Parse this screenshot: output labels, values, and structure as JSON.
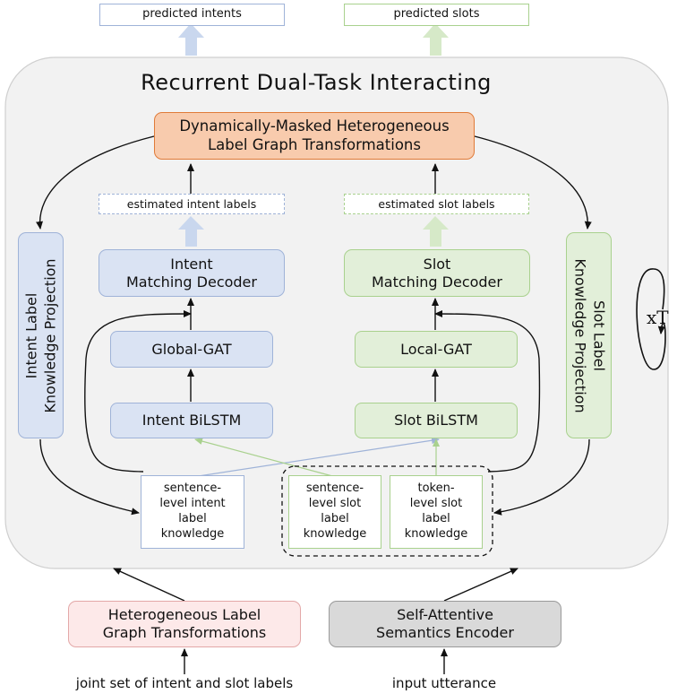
{
  "title": "Recurrent Dual-Task Interacting",
  "outputs": {
    "intents": "predicted intents",
    "slots": "predicted slots"
  },
  "transform": {
    "line1": "Dynamically-Masked Heterogeneous",
    "line2": "Label Graph Transformations"
  },
  "estimated": {
    "intent": "estimated intent labels",
    "slot": "estimated slot labels"
  },
  "decoders": {
    "intent": "Intent\nMatching Decoder",
    "slot": "Slot\nMatching Decoder"
  },
  "gat": {
    "global": "Global-GAT",
    "local": "Local-GAT"
  },
  "bilstm": {
    "intent": "Intent BiLSTM",
    "slot": "Slot BiLSTM"
  },
  "projection": {
    "intent": "Intent Label\nKnowledge Projection",
    "slot": "Slot Label\nKnowledge Projection"
  },
  "knowledge": {
    "sentence_intent": "sentence-\nlevel intent\nlabel\nknowledge",
    "sentence_slot": "sentence-\nlevel slot\nlabel\nknowledge",
    "token_slot": "token-\nlevel slot\nlabel\nknowledge"
  },
  "bottom": {
    "hgt": "Heterogeneous Label\nGraph Transformations",
    "encoder": "Self-Attentive\nSemantics Encoder",
    "labels_input": "joint set of intent and slot labels",
    "utterance_input": "input utterance"
  },
  "repeat_marker": "xT",
  "colors": {
    "intent_fill": "#dae3f3",
    "intent_border": "#9fb3d8",
    "slot_fill": "#e2efd9",
    "slot_border": "#a9d18e",
    "orange_fill": "#f8cbad",
    "orange_border": "#e07b39",
    "pink_fill": "#fde9e9",
    "pink_border": "#e3a8a8",
    "gray_fill": "#d9d9d9",
    "panel_fill": "#f2f2f2"
  }
}
